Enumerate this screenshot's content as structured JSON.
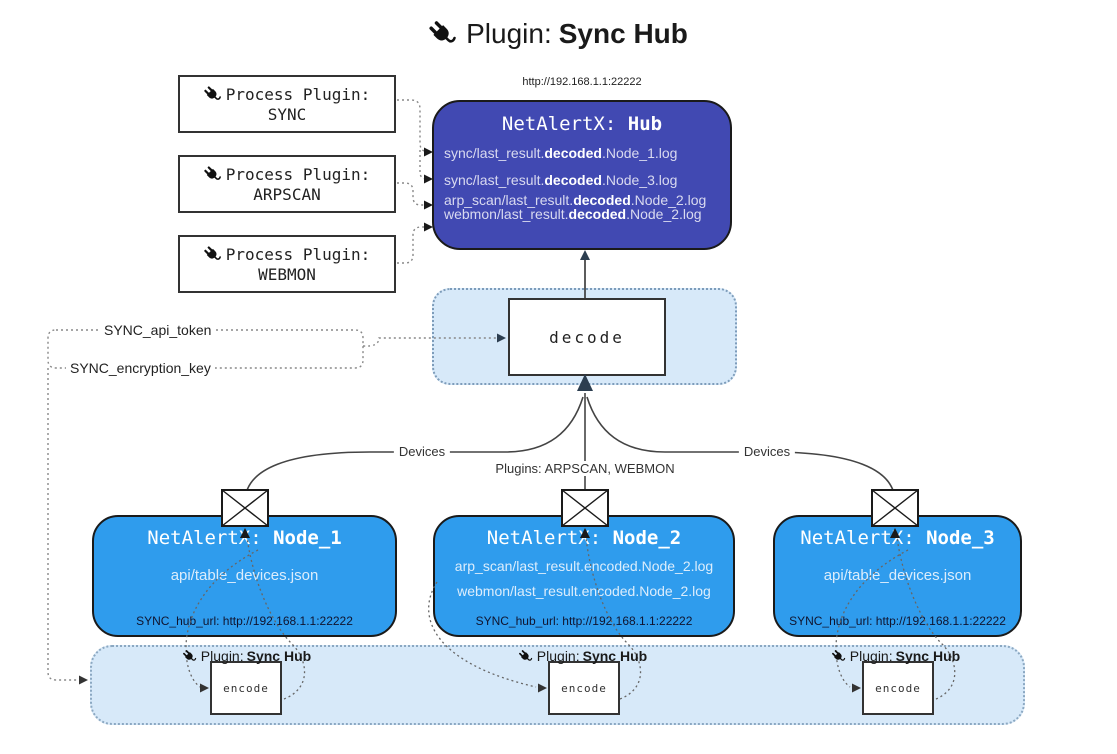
{
  "title": {
    "prefix": "Plugin:",
    "name": "Sync Hub"
  },
  "hub": {
    "url": "http://192.168.1.1:22222",
    "title_prefix": "NetAlertX:",
    "title_name": "Hub",
    "logs": [
      {
        "pre": "sync/last_result.",
        "bold": "decoded",
        "post": ".Node_1.log"
      },
      {
        "pre": "sync/last_result.",
        "bold": "decoded",
        "post": ".Node_3.log"
      },
      {
        "pre": "arp_scan/last_result.",
        "bold": "decoded",
        "post": ".Node_2.log"
      },
      {
        "pre": "webmon/last_result.",
        "bold": "decoded",
        "post": ".Node_2.log"
      }
    ]
  },
  "process_plugins": [
    {
      "label": "Process Plugin:",
      "name": "SYNC"
    },
    {
      "label": "Process Plugin:",
      "name": "ARPSCAN"
    },
    {
      "label": "Process Plugin:",
      "name": "WEBMON"
    }
  ],
  "secrets": {
    "api_token": "SYNC_api_token",
    "encryption_key": "SYNC_encryption_key"
  },
  "decode": {
    "label": "decode"
  },
  "edges": {
    "devices_left": "Devices",
    "devices_right": "Devices",
    "plugins_label": "Plugins: ARPSCAN, WEBMON"
  },
  "nodes": [
    {
      "title_prefix": "NetAlertX:",
      "title_name": "Node_1",
      "files": [
        "api/table_devices.json"
      ],
      "hub_url": "SYNC_hub_url: http://192.168.1.1:22222"
    },
    {
      "title_prefix": "NetAlertX:",
      "title_name": "Node_2",
      "files": [
        "arp_scan/last_result.encoded.Node_2.log",
        "webmon/last_result.encoded.Node_2.log"
      ],
      "hub_url": "SYNC_hub_url: http://192.168.1.1:22222"
    },
    {
      "title_prefix": "NetAlertX:",
      "title_name": "Node_3",
      "files": [
        "api/table_devices.json"
      ],
      "hub_url": "SYNC_hub_url: http://192.168.1.1:22222"
    }
  ],
  "encode_sections": [
    {
      "plugin_prefix": "Plugin:",
      "plugin_name": "Sync Hub",
      "encode_label": "encode"
    },
    {
      "plugin_prefix": "Plugin:",
      "plugin_name": "Sync Hub",
      "encode_label": "encode"
    },
    {
      "plugin_prefix": "Plugin:",
      "plugin_name": "Sync Hub",
      "encode_label": "encode"
    }
  ],
  "colors": {
    "hub_bg": "#4149b2",
    "node_bg": "#2f9ced",
    "panel_bg": "#d7e9f9",
    "border_dark": "#1a1a1a"
  }
}
